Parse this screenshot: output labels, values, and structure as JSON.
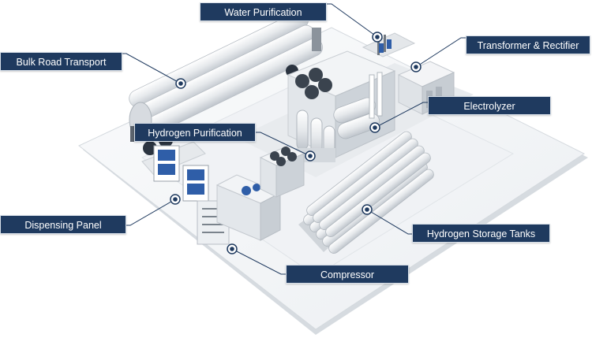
{
  "labels": {
    "water_purification": "Water Purification",
    "bulk_road_transport": "Bulk Road Transport",
    "transformer_rectifier": "Transformer & Rectifier",
    "electrolyzer": "Electrolyzer",
    "hydrogen_purification": "Hydrogen Purification",
    "dispensing_panel": "Dispensing Panel",
    "hydrogen_storage_tanks": "Hydrogen Storage Tanks",
    "compressor": "Compressor"
  },
  "colors": {
    "label_bg": "#1f3a5f",
    "label_text": "#ffffff",
    "leader_line": "#1f3a5f",
    "platform": "#f4f6f8",
    "equipment_light": "#e9ecef",
    "equipment_dark": "#2b3440",
    "accent_blue": "#2f5ea8"
  }
}
